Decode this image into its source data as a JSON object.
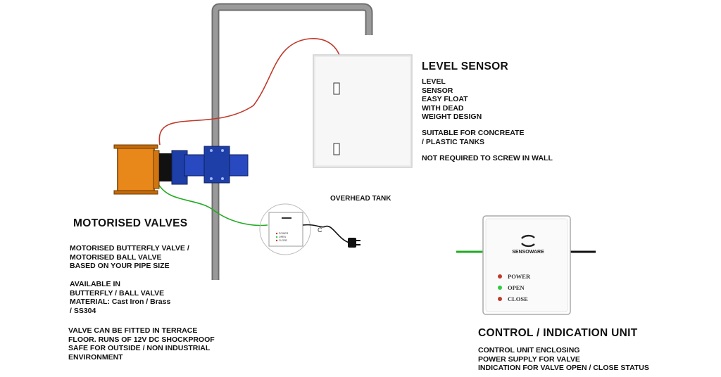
{
  "level_sensor": {
    "title": "LEVEL SENSOR",
    "desc_lines": [
      "LEVEL",
      "SENSOR",
      "EASY FLOAT",
      "WITH DEAD",
      "WEIGHT DESIGN"
    ],
    "suitable_lines": [
      "SUITABLE FOR CONCREATE",
      "/ PLASTIC TANKS"
    ],
    "note": "NOT REQUIRED TO SCREW IN WALL"
  },
  "overhead_tank_label": "OVERHEAD TANK",
  "motorised_valves": {
    "title": "MOTORISED VALVES",
    "desc_lines": [
      "MOTORISED BUTTERFLY VALVE /",
      "MOTORISED BALL VALVE",
      "BASED ON YOUR PIPE SIZE"
    ],
    "available_lines": [
      "AVAILABLE IN",
      "BUTTERFLY / BALL VALVE",
      "MATERIAL: Cast Iron / Brass",
      "/ SS304"
    ],
    "fitting_lines": [
      "VALVE CAN BE FITTED IN TERRACE",
      "FLOOR. RUNS OF 12V DC SHOCKPROOF",
      "SAFE FOR OUTSIDE / NON INDUSTRIAL",
      "ENVIRONMENT"
    ]
  },
  "control_unit": {
    "brand": "SENSOWARE",
    "indicators": [
      {
        "label": "POWER",
        "color": "#c0392b"
      },
      {
        "label": "OPEN",
        "color": "#2ecc40"
      },
      {
        "label": "CLOSE",
        "color": "#c0392b"
      }
    ],
    "small_indicators": [
      "POWER",
      "OPEN",
      "CLOSE"
    ],
    "small_connector": "C",
    "title": "CONTROL / INDICATION UNIT",
    "desc_lines": [
      "CONTROL UNIT ENCLOSING",
      "POWER SUPPLY FOR VALVE",
      "INDICATION FOR VALVE OPEN / CLOSE STATUS"
    ]
  },
  "colors": {
    "pipe": "#888888",
    "red_wire": "#c0392b",
    "green_wire": "#22aa22",
    "actuator": "#e8881a",
    "valve_body": "#1f3fa8"
  }
}
